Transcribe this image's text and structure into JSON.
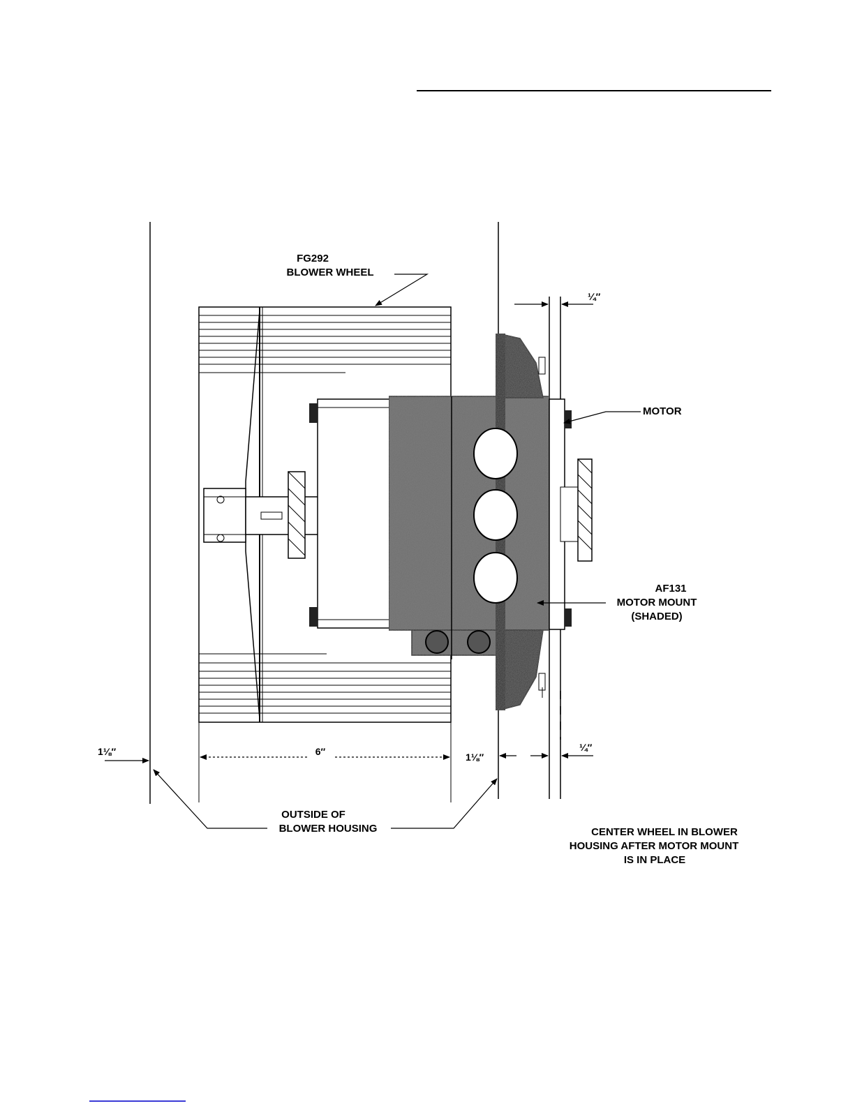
{
  "labels": {
    "wheel_code": "FG292",
    "wheel_name": "BLOWER WHEEL",
    "motor": "MOTOR",
    "mount_code": "AF131",
    "mount_name": "MOTOR MOUNT",
    "mount_note": "(SHADED)",
    "housing_line1": "OUTSIDE OF",
    "housing_line2": "BLOWER HOUSING",
    "note_line1": "CENTER WHEEL IN BLOWER",
    "note_line2": "HOUSING AFTER MOTOR MOUNT",
    "note_line3": "IS IN PLACE"
  },
  "dimensions": {
    "left_clearance": "1⅛″",
    "wheel_width": "6″",
    "right_clearance": "1⅛″",
    "top_gap": "¼″",
    "bottom_gap": "¼″"
  },
  "colors": {
    "ink": "#000000",
    "mount_shade": "#6e6e6e",
    "paper": "#ffffff"
  }
}
